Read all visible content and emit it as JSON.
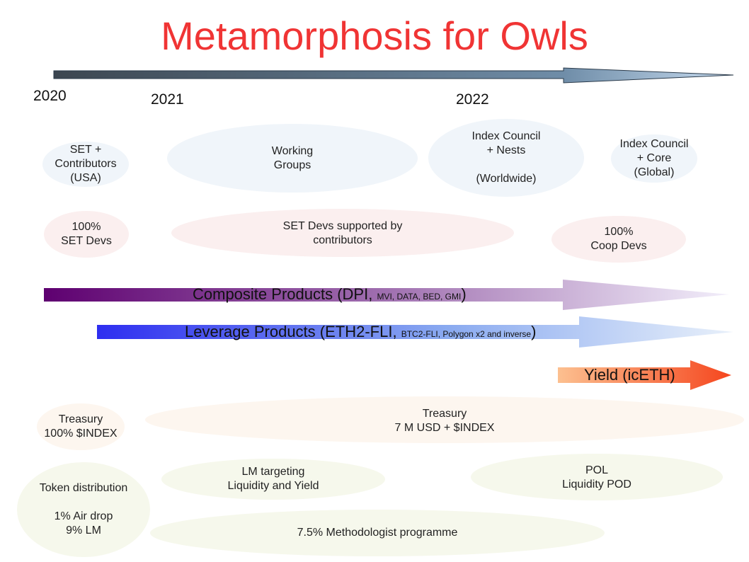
{
  "title": "Metamorphosis for Owls",
  "years": [
    "2020",
    "2021",
    "2022"
  ],
  "governance": [
    {
      "text": "SET +\nContributors\n(USA)"
    },
    {
      "text": "Working\n Groups"
    },
    {
      "text": "Index Council\n+ Nests\n\n(Worldwide)"
    },
    {
      "text": "Index Council\n+ Core\n(Global)"
    }
  ],
  "devs": [
    {
      "text": "100%\nSET Devs"
    },
    {
      "text": "SET Devs supported by\ncontributors"
    },
    {
      "text": "100%\nCoop Devs"
    }
  ],
  "products": {
    "composite": {
      "main": "Composite Products (DPI, ",
      "small": "MVI, DATA, BED, GMI",
      "close": ")"
    },
    "leverage": {
      "main": "Leverage Products (ETH2-FLI, ",
      "small": "BTC2-FLI, Polygon x2 and inverse",
      "close": ")"
    },
    "yield": {
      "main": "Yield (icETH)"
    }
  },
  "treasury": [
    {
      "text": "Treasury\n100% $INDEX"
    },
    {
      "text": "Treasury\n7 M USD + $INDEX"
    }
  ],
  "distribution": [
    {
      "text": "Token distribution\n\n1% Air drop\n9% LM"
    },
    {
      "text": "LM targeting\nLiquidity and Yield"
    },
    {
      "text": "POL\nLiquidity POD"
    },
    {
      "text": "7.5% Methodologist programme"
    }
  ],
  "colors": {
    "title": "#f03434",
    "timeline": "#4a5560",
    "composite": "#5e0070",
    "leverage": "#2e2ef0",
    "yield": "#f55a1e"
  }
}
